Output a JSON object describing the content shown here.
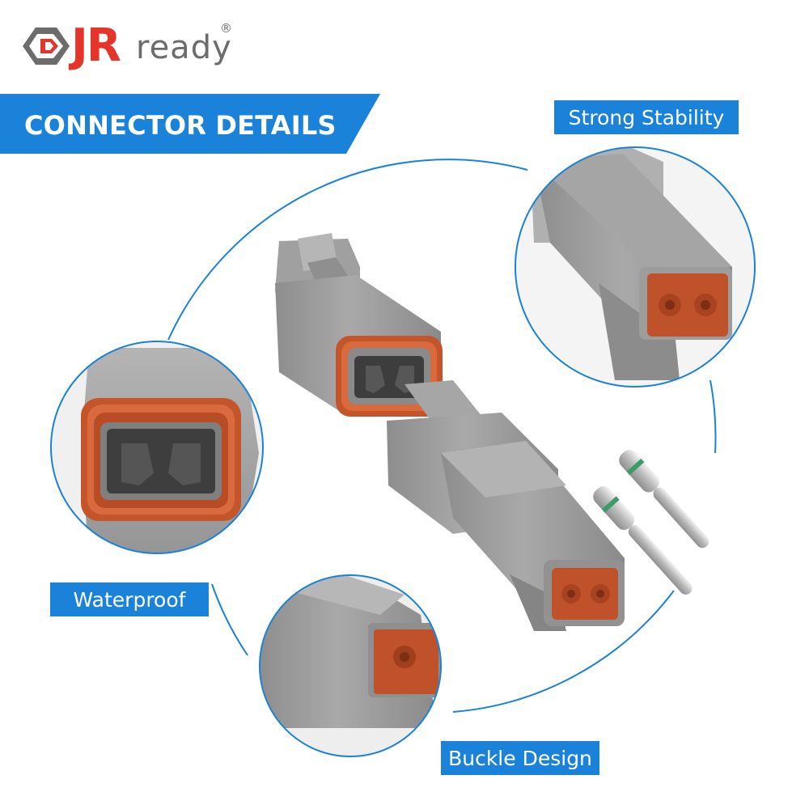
{
  "brand": {
    "name_primary": "JR",
    "name_secondary": "ready",
    "registered_mark": "®",
    "colors": {
      "primary": "#e5342a",
      "secondary": "#6c6c6c",
      "accent": "#1a82d8"
    }
  },
  "banner": {
    "title": "CONNECTOR DETAILS"
  },
  "features": [
    {
      "label": "Strong Stability",
      "icon": "male-connector-closeup"
    },
    {
      "label": "Waterproof",
      "icon": "female-connector-seal-closeup"
    },
    {
      "label": "Buckle Design",
      "icon": "connector-latch-closeup"
    }
  ],
  "product": {
    "images": [
      "female-connector",
      "male-connector",
      "metal-pin-terminals"
    ]
  }
}
